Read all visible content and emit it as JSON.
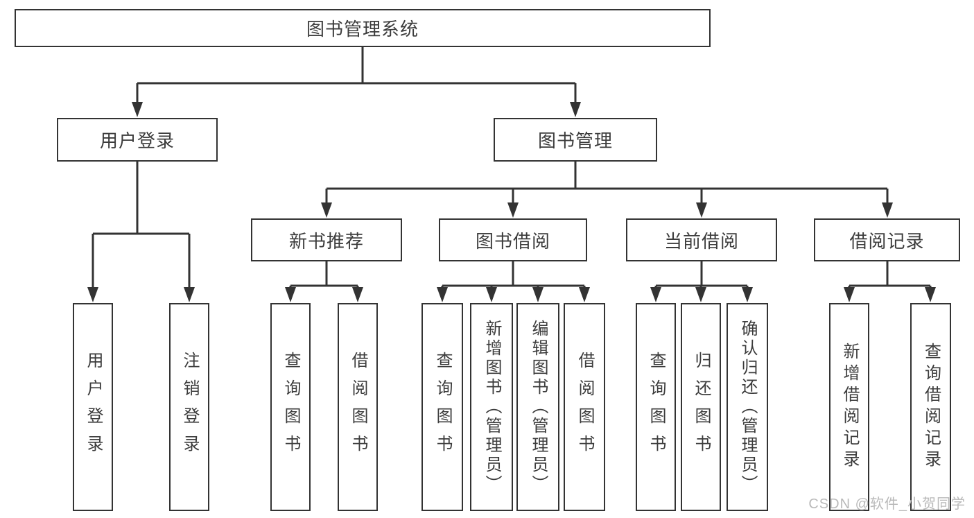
{
  "diagram": {
    "type": "hierarchy-tree",
    "background": "#ffffff",
    "colors": {
      "line": "#333333",
      "box_border": "#333333",
      "box_fill": "#ffffff",
      "text": "#3c3c3c",
      "watermark_text": "#b9b9b9"
    }
  },
  "nodes": {
    "root": "图书管理系统",
    "user_login_module": "用户登录",
    "book_mgmt_module": "图书管理",
    "new_book_recommend": "新书推荐",
    "book_borrowing": "图书借阅",
    "current_borrowing": "当前借阅",
    "borrowing_records": "借阅记录",
    "login": "用户登录",
    "logout": "注销登录",
    "rec_query_book": "查询图书",
    "rec_borrow_book": "借阅图书",
    "bor_query_book": "查询图书",
    "bor_add_book": "新增图书（管理员）",
    "bor_edit_book": "编辑图书（管理员）",
    "bor_borrow_book": "借阅图书",
    "cur_query_book": "查询图书",
    "cur_return_book": "归还图书",
    "cur_confirm_return": "确认归还（管理员）",
    "recd_add_record": "新增借阅记录",
    "recd_query_record": "查询借阅记录"
  },
  "watermark": "CSDN @软件_小贺同学"
}
